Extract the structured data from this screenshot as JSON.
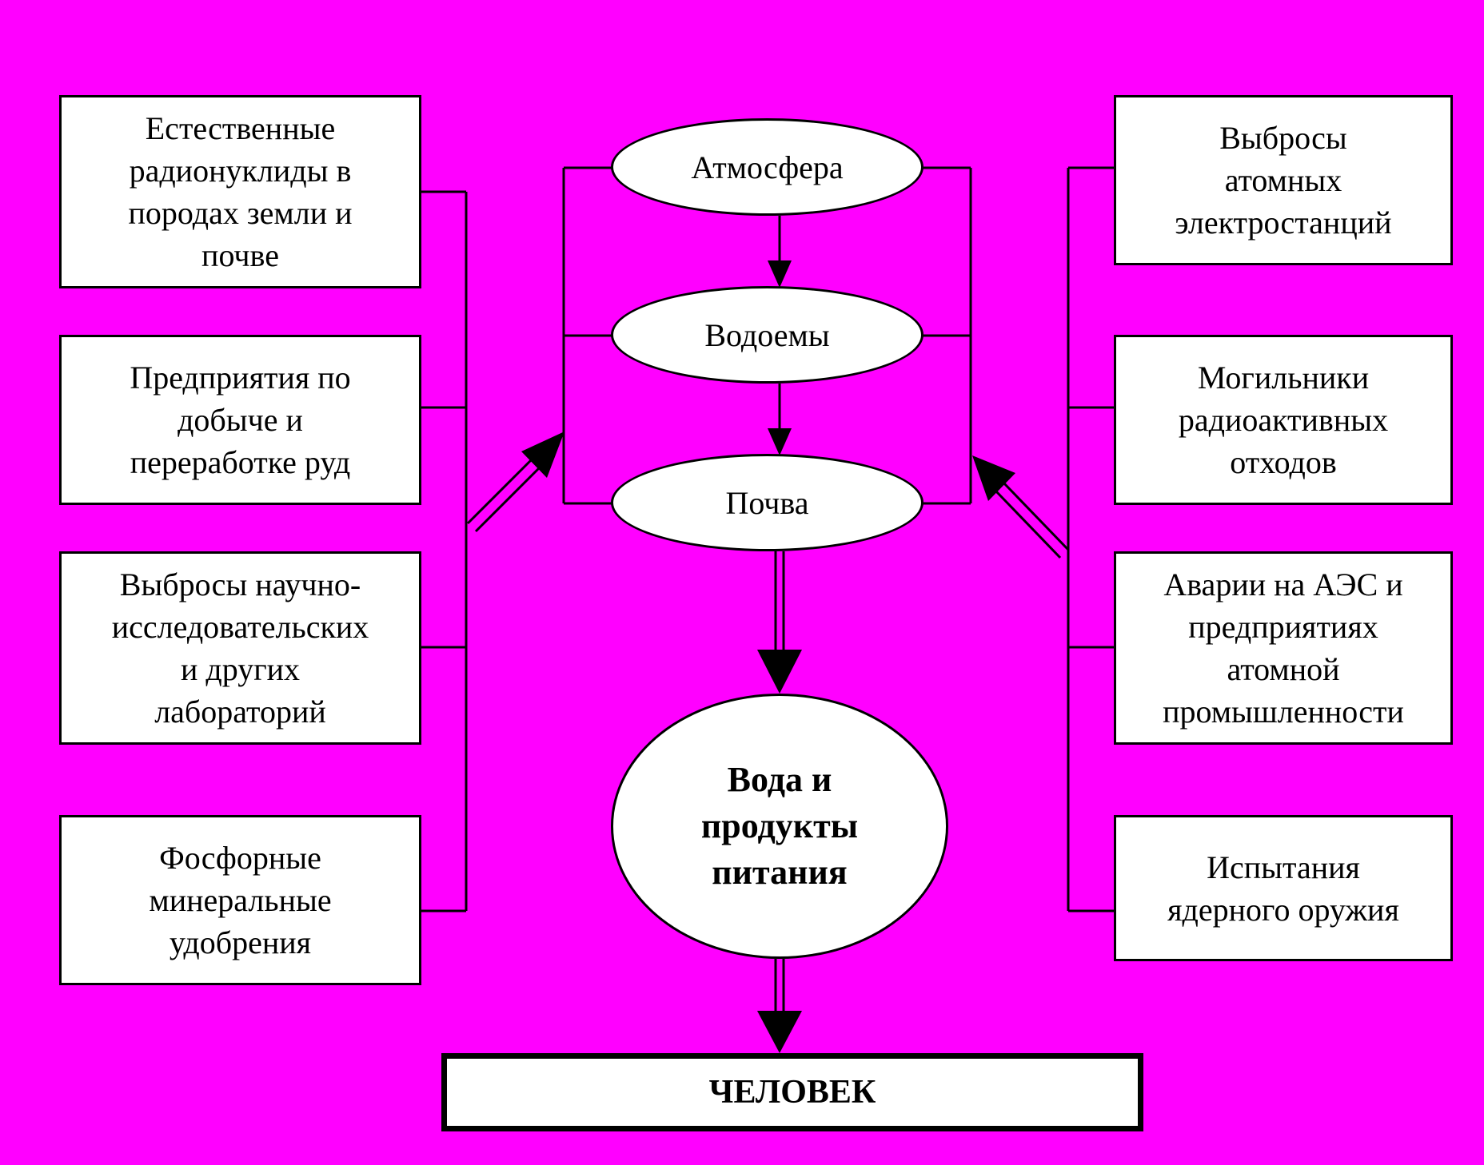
{
  "colors": {
    "background": "#ff00ff",
    "node_fill": "#ffffff",
    "stroke": "#000000"
  },
  "left_sources": [
    {
      "label": "Естественные\nрадионуклиды в\nпородах земли и\nпочве"
    },
    {
      "label": "Предприятия по\nдобыче и\nпереработке руд"
    },
    {
      "label": "Выбросы научно-\nисследовательских\nи других\nлабораторий"
    },
    {
      "label": "Фосфорные\nминеральные\nудобрения"
    }
  ],
  "right_sources": [
    {
      "label": "Выбросы\nатомных\nэлектростанций"
    },
    {
      "label": "Могильники\nрадиоактивных\nотходов"
    },
    {
      "label": "Аварии на АЭС и\nпредприятиях\nатомной\nпромышленности"
    },
    {
      "label": "Испытания\nядерного оружия"
    }
  ],
  "environment": [
    {
      "label": "Атмосфера"
    },
    {
      "label": "Водоемы"
    },
    {
      "label": "Почва"
    }
  ],
  "food": {
    "label": "Вода и\nпродукты\nпитания"
  },
  "human": {
    "label": "ЧЕЛОВЕК"
  }
}
